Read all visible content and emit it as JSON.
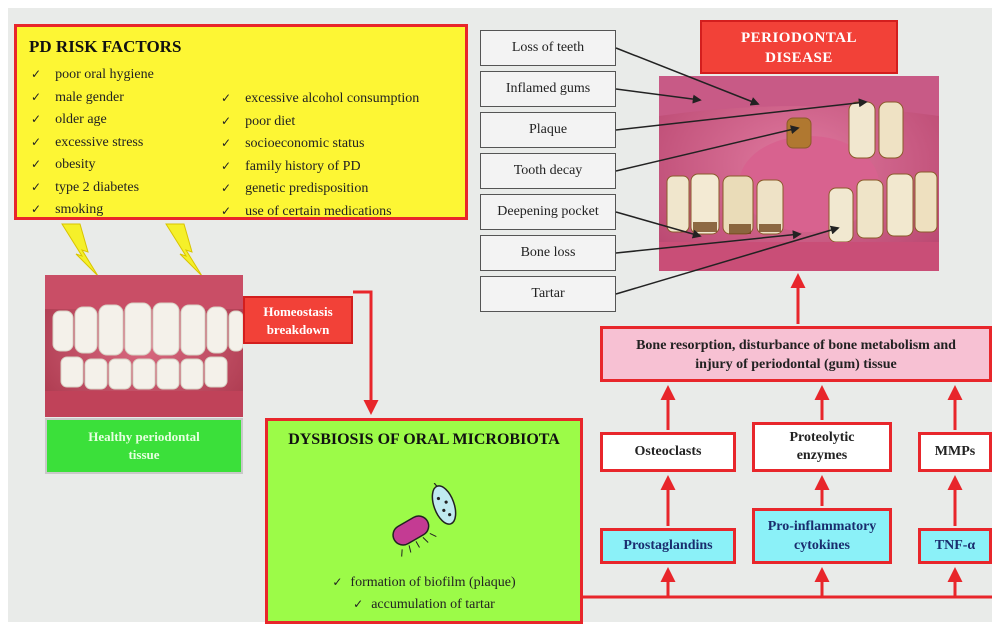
{
  "risk_factors": {
    "title": "PD RISK FACTORS",
    "column1": [
      "poor oral hygiene",
      "male gender",
      "older age",
      "excessive stress",
      "obesity",
      "type 2 diabetes",
      "smoking"
    ],
    "column2": [
      "excessive alcohol consumption",
      "poor diet",
      "socioeconomic status",
      "family history of PD",
      "genetic predisposition",
      "use of certain medications"
    ]
  },
  "healthy": {
    "label_line1": "Healthy periodontal",
    "label_line2": "tissue"
  },
  "homeostasis": {
    "line1": "Homeostasis",
    "line2": "breakdown"
  },
  "disease": {
    "line1": "PERIODONTAL",
    "line2": "DISEASE"
  },
  "symptoms": [
    "Loss of teeth",
    "Inflamed gums",
    "Plaque",
    "Tooth decay",
    "Deepening pocket",
    "Bone loss",
    "Tartar"
  ],
  "dysbiosis": {
    "title": "DYSBIOSIS OF ORAL MICROBIOTA",
    "items": [
      "formation of biofilm (plaque)",
      "accumulation of tartar"
    ]
  },
  "outcome": {
    "line1": "Bone resorption, disturbance of bone metabolism and",
    "line2": "injury of periodontal (gum) tissue"
  },
  "effectors": {
    "osteoclasts": "Osteoclasts",
    "proteolytic_line1": "Proteolytic",
    "proteolytic_line2": "enzymes",
    "mmps": "MMPs"
  },
  "mediators": {
    "prostaglandins": "Prostaglandins",
    "cytokines_line1": "Pro-inflammatory",
    "cytokines_line2": "cytokines",
    "tnf": "TNF-α"
  },
  "colors": {
    "red": "#e8262b",
    "yellow": "#fdf634",
    "green": "#9cfb48",
    "pink": "#f7c1d3",
    "cyan": "#8bf1f8"
  }
}
